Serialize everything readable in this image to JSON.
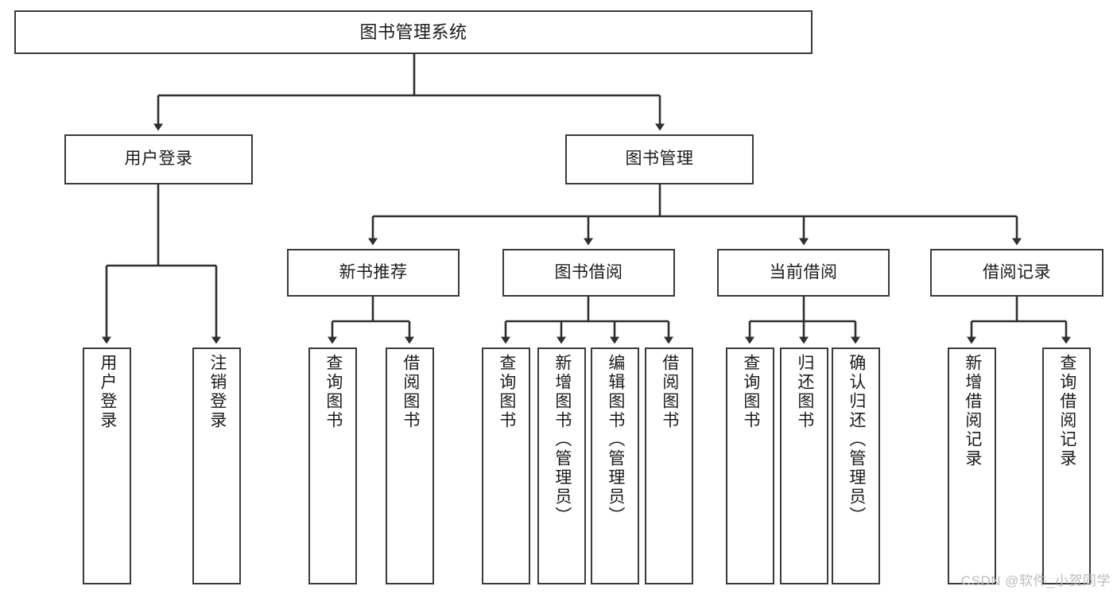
{
  "diagram": {
    "type": "tree",
    "title": "图书管理系统",
    "orientation": "top-down",
    "levels": 4,
    "root": {
      "label": "图书管理系统"
    },
    "level2": [
      {
        "label": "用户登录"
      },
      {
        "label": "图书管理"
      }
    ],
    "level3": [
      {
        "label": "新书推荐"
      },
      {
        "label": "图书借阅"
      },
      {
        "label": "当前借阅"
      },
      {
        "label": "借阅记录"
      }
    ],
    "leaves_user_login": [
      {
        "label": "用户登录"
      },
      {
        "label": "注销登录"
      }
    ],
    "leaves_new_book": [
      {
        "label": "查询图书"
      },
      {
        "label": "借阅图书"
      }
    ],
    "leaves_borrow": [
      {
        "label": "查询图书"
      },
      {
        "label": "新增图书（管理员）"
      },
      {
        "label": "编辑图书（管理员）"
      },
      {
        "label": "借阅图书"
      }
    ],
    "leaves_current": [
      {
        "label": "查询图书"
      },
      {
        "label": "归还图书"
      },
      {
        "label": "确认归还（管理员）"
      }
    ],
    "leaves_record": [
      {
        "label": "新增借阅记录"
      },
      {
        "label": "查询借阅记录"
      }
    ]
  },
  "watermark": {
    "text": "CSDN @软件_小贺同学"
  },
  "colors": {
    "box_border": "#3a3a3a",
    "box_fill": "#ffffff",
    "line": "#2f2f2f",
    "text": "#1b1b1b",
    "watermark": "#bcbcbc"
  }
}
